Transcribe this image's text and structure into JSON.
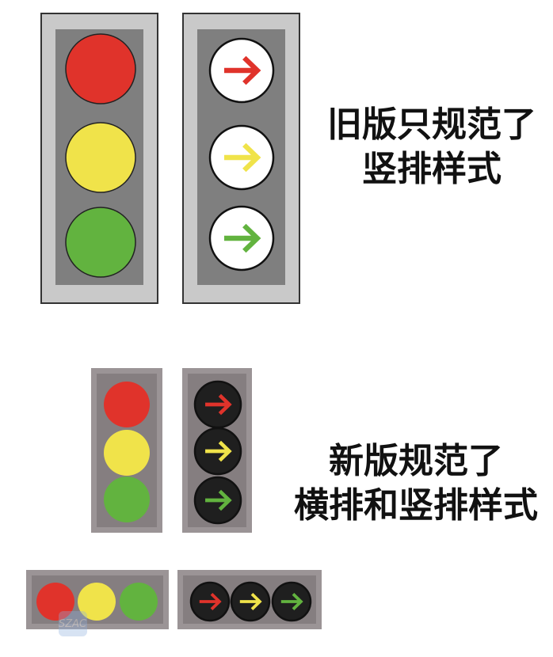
{
  "old_caption": {
    "line1": "旧版只规范了",
    "line2": "竖排样式"
  },
  "new_caption": {
    "line1": "新版规范了",
    "line2": "横排和竖排样式"
  },
  "watermark": "SZAC",
  "colors": {
    "red": "#e0332b",
    "yellow": "#f0e34a",
    "green": "#62b33f",
    "housing_old": "#7f7f7f",
    "housing_new": "#8a8385",
    "lens_dark": "#1f1f1f"
  },
  "signals": [
    "red",
    "yellow",
    "green"
  ],
  "arrow_direction": "right"
}
